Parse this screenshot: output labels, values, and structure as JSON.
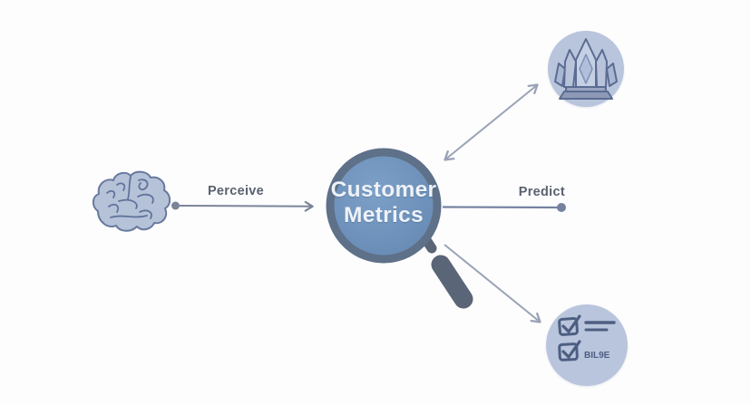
{
  "title": {
    "line1": "Customer",
    "line2": "Metrics"
  },
  "labels": {
    "perceive": "Perceive",
    "predict": "Predict"
  },
  "nodes": {
    "brain": {
      "icon": "brain-icon"
    },
    "center": {
      "icon": "magnifier-icon",
      "label": "Customer Metrics"
    },
    "crystal": {
      "icon": "crystal-icon"
    },
    "checklist": {
      "icon": "checklist-icon",
      "note_text": "BIL9E"
    }
  },
  "connections": [
    {
      "from": "brain",
      "to": "center",
      "label": "Perceive",
      "style": "dot-to-arrow"
    },
    {
      "from": "center",
      "to": "crystal",
      "label": "",
      "style": "double-arrow"
    },
    {
      "from": "center",
      "to": "right-dot",
      "label": "Predict",
      "style": "line-to-dot"
    },
    {
      "from": "center",
      "to": "checklist",
      "label": "",
      "style": "arrow"
    }
  ],
  "colors": {
    "background": "#fdfdfe",
    "lens_fill": "#6e92bb",
    "lens_rim": "#5e7189",
    "handle": "#5a6577",
    "badge_fill": "#b9c5dc",
    "icon_stroke": "#5b6c92",
    "brain_fill": "#b5c2d8",
    "connector_dark": "#7b8598",
    "connector_light": "#9aa3b6",
    "label_text": "#59626f",
    "title_text": "#eef2f8"
  }
}
